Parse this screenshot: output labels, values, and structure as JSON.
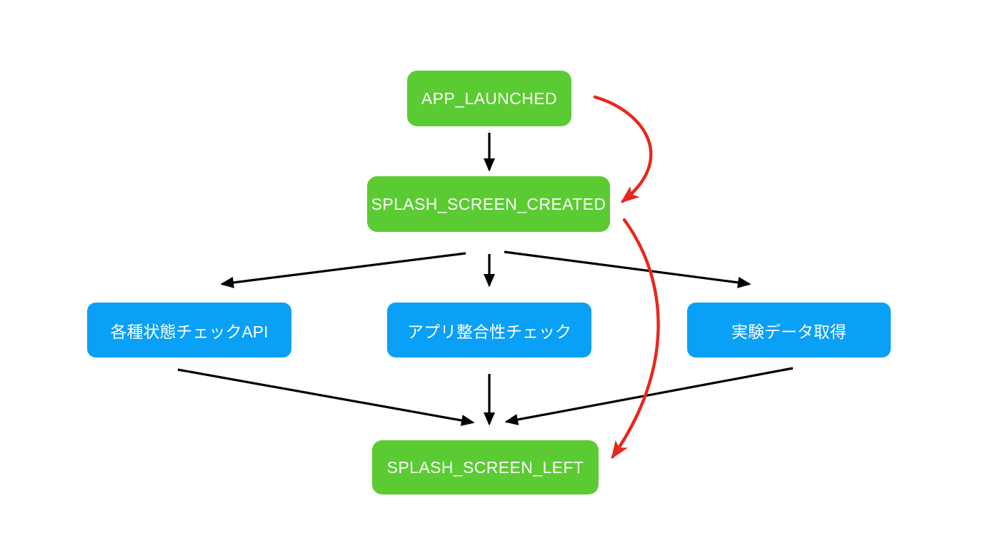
{
  "diagram": {
    "type": "flowchart",
    "background": "#ffffff",
    "colors": {
      "state_green": "#5bcb33",
      "task_blue": "#09a0f6",
      "annotation_red": "#e8271c",
      "arrow_black": "#000000",
      "node_text": "#ffffff"
    },
    "nodes": [
      {
        "id": "app_launched",
        "label": "APP_LAUNCHED",
        "type": "state",
        "color": "#5bcb33"
      },
      {
        "id": "splash_screen_created",
        "label": "SPLASH_SCREEN_CREATED",
        "type": "state",
        "color": "#5bcb33"
      },
      {
        "id": "check_api",
        "label": "各種状態チェックAPI",
        "type": "task",
        "color": "#09a0f6"
      },
      {
        "id": "integrity_check",
        "label": "アプリ整合性チェック",
        "type": "task",
        "color": "#09a0f6"
      },
      {
        "id": "exp_data",
        "label": "実験データ取得",
        "type": "task",
        "color": "#09a0f6"
      },
      {
        "id": "splash_screen_left",
        "label": "SPLASH_SCREEN_LEFT",
        "type": "state",
        "color": "#5bcb33"
      }
    ],
    "edges": [
      {
        "from": "app_launched",
        "to": "splash_screen_created",
        "style": "straight",
        "color": "#000000"
      },
      {
        "from": "splash_screen_created",
        "to": "check_api",
        "style": "straight",
        "color": "#000000"
      },
      {
        "from": "splash_screen_created",
        "to": "integrity_check",
        "style": "straight",
        "color": "#000000"
      },
      {
        "from": "splash_screen_created",
        "to": "exp_data",
        "style": "straight",
        "color": "#000000"
      },
      {
        "from": "check_api",
        "to": "splash_screen_left",
        "style": "straight",
        "color": "#000000"
      },
      {
        "from": "integrity_check",
        "to": "splash_screen_left",
        "style": "straight",
        "color": "#000000"
      },
      {
        "from": "exp_data",
        "to": "splash_screen_left",
        "style": "straight",
        "color": "#000000"
      },
      {
        "from": "app_launched",
        "to": "splash_screen_created",
        "style": "hand_drawn_curve",
        "color": "#e8271c"
      },
      {
        "from": "splash_screen_created",
        "to": "splash_screen_left",
        "style": "hand_drawn_curve",
        "color": "#e8271c"
      }
    ]
  }
}
